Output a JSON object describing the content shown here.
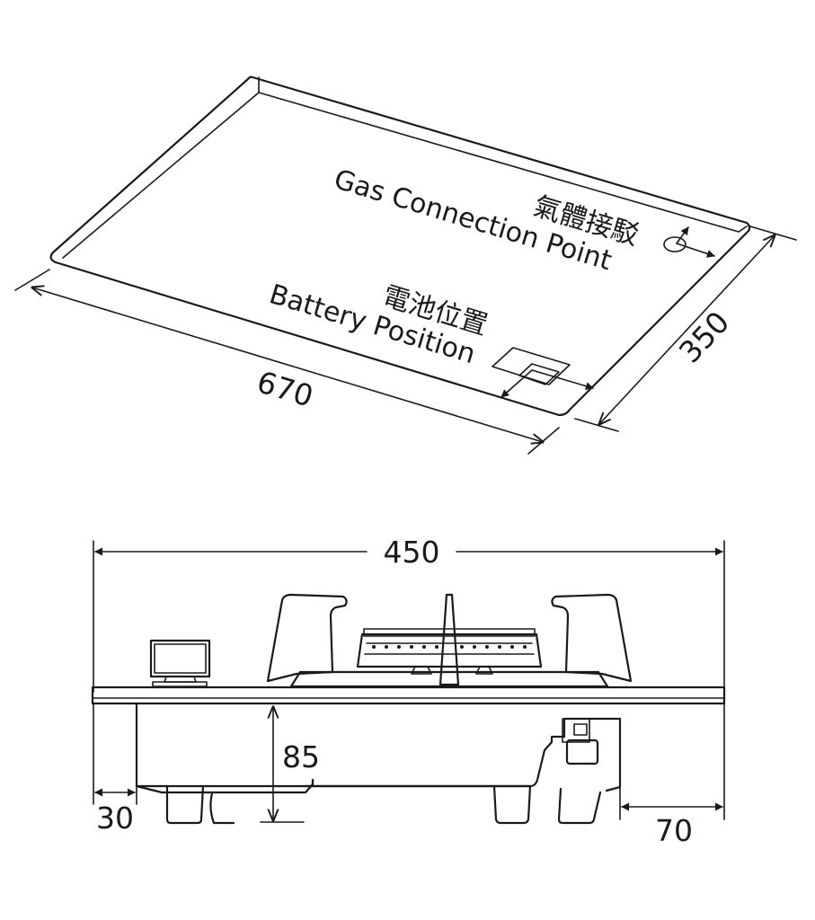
{
  "top_view": {
    "gas_label_zh": "氣體接駁",
    "gas_label_en": "Gas Connection Point",
    "battery_label_zh": "電池位置",
    "battery_label_en": "Battery Position",
    "dim_length": "670",
    "dim_depth": "350"
  },
  "side_view": {
    "dim_width": "450",
    "dim_height": "85",
    "dim_left_offset": "30",
    "dim_right_offset": "70"
  }
}
